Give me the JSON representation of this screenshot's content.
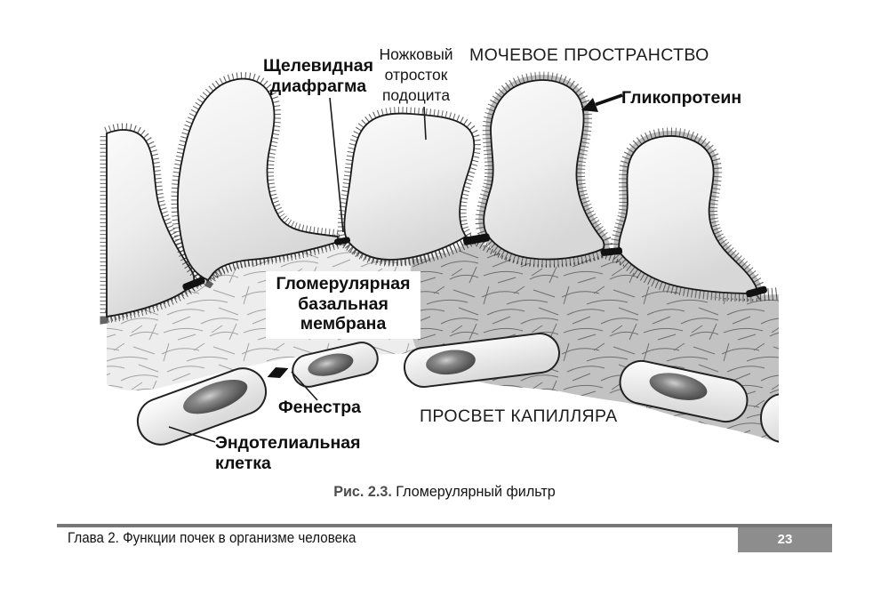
{
  "diagram": {
    "labels": {
      "slit_diaphragm": "Щелевидная\nдиафрагма",
      "podocyte_foot_process": "Ножковый\nотросток\nподоцита",
      "urinary_space": "МОЧЕВОЕ ПРОСТРАНСТВО",
      "glycoprotein": "Гликопротеин",
      "basement_membrane": "Гломерулярная\nбазальная\nмембрана",
      "fenestra": "Фенестра",
      "endothelial_cell": "Эндотелиальная\nклетка",
      "capillary_lumen": "ПРОСВЕТ КАПИЛЛЯРА"
    },
    "colors": {
      "membrane_gray": "#c2c2c2",
      "left_matrix_gray": "#ededed",
      "glycocalyx_coat": "#bfbfbf",
      "slit_black": "#111111",
      "badge_gray": "#8d8d8d"
    }
  },
  "caption": {
    "figure_label": "Рис. 2.3.",
    "figure_title": "Гломерулярный фильтр"
  },
  "footer": {
    "chapter_title": "Глава 2. Функции почек в организме человека",
    "page_number": "23"
  }
}
